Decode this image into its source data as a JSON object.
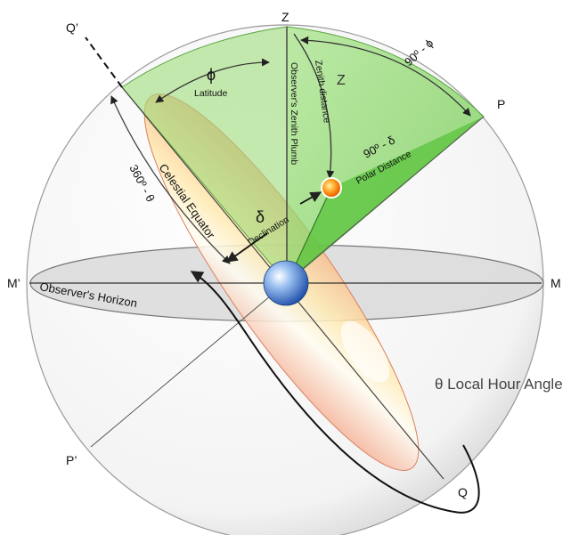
{
  "points": {
    "zenith": "Z",
    "q_prime": "Q’",
    "pole": "P",
    "m_prime": "M’",
    "m": "M",
    "p_prime": "P’",
    "q": "Q"
  },
  "labels": {
    "phi": "ϕ",
    "latitude": "Latitude",
    "zenith_plumb": "Observer's Zenith Plumb",
    "zenith_distance": "Zenith distance",
    "z_symbol": "Z",
    "ninety_minus_phi": "90º - ϕ",
    "ninety_minus_delta": "90º - δ",
    "polar_distance": "Polar Distance",
    "delta": "δ",
    "declination": "Declination",
    "celestial_equator": "Celestial Equator",
    "three_sixty_minus_theta": "360º - θ",
    "observers_horizon": "Observer's Horizon",
    "local_hour_angle": "θ  Local Hour Angle"
  },
  "colors": {
    "green_plane": "#7fd35f",
    "equator_orange": "#f0906a",
    "equator_light": "#fff6d8",
    "horizon_grey": "#d9d9d9",
    "earth_blue": "#3a6fc8",
    "star_orange": "#ff7a00"
  }
}
